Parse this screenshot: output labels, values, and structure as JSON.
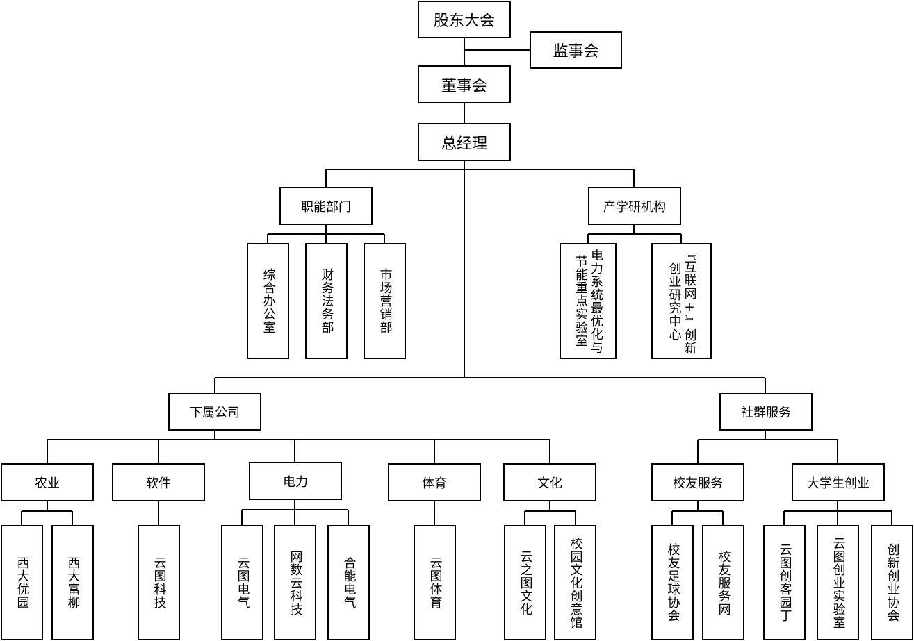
{
  "top": {
    "shareholders": "股东大会",
    "supervisors": "监事会",
    "board": "董事会",
    "gm": "总经理"
  },
  "functional": {
    "title": "职能部门",
    "items": [
      "综合办公室",
      "财务法务部",
      "市场营销部"
    ]
  },
  "research": {
    "title": "产学研机构",
    "items": [
      "电力系统最优化与\n节能重点实验室",
      "『互联网+』创新\n创业研究中心"
    ]
  },
  "subsidiaries": {
    "title": "下属公司",
    "groups": [
      {
        "title": "农业",
        "items": [
          "西大优园",
          "西大富柳"
        ]
      },
      {
        "title": "软件",
        "items": [
          "云图科技"
        ]
      },
      {
        "title": "电力",
        "items": [
          "云图电气",
          "网数云科技",
          "合能电气"
        ]
      },
      {
        "title": "体育",
        "items": [
          "云图体育"
        ]
      },
      {
        "title": "文化",
        "items": [
          "云之图文化",
          "校园文化创意馆"
        ]
      }
    ]
  },
  "community": {
    "title": "社群服务",
    "groups": [
      {
        "title": "校友服务",
        "items": [
          "校友足球协会",
          "校友服务网"
        ]
      },
      {
        "title": "大学生创业",
        "items": [
          "云图创客园丁",
          "云图创业实验室",
          "创新创业协会"
        ]
      }
    ]
  }
}
